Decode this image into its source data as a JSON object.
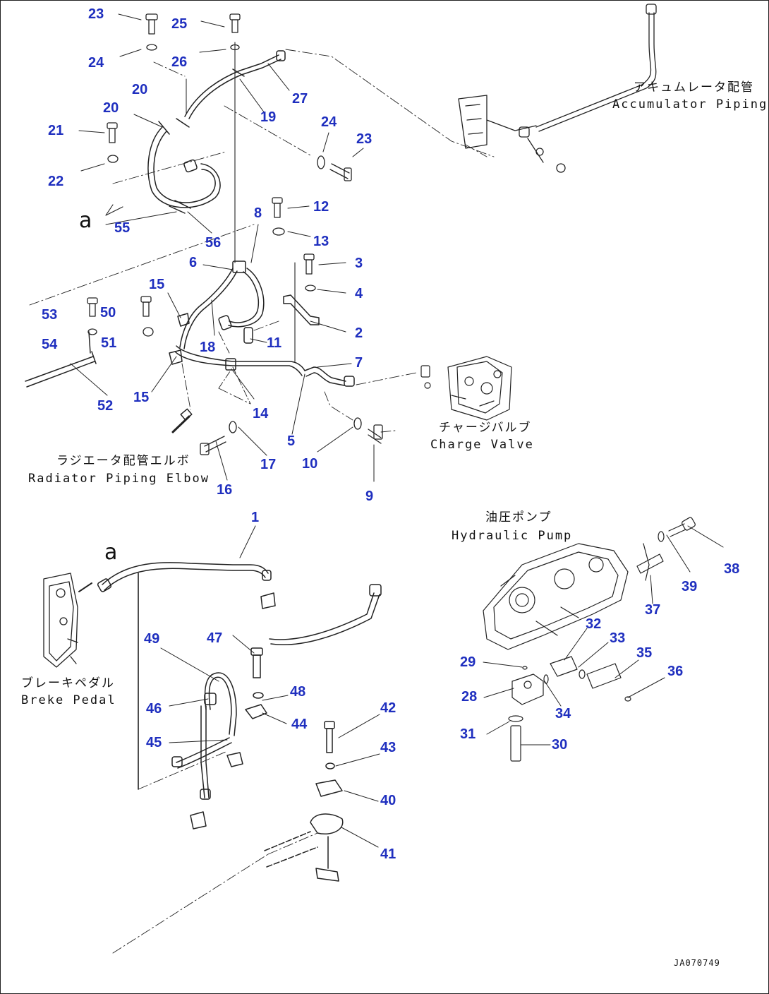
{
  "callouts": [
    {
      "n": "23"
    },
    {
      "n": "25"
    },
    {
      "n": "24"
    },
    {
      "n": "26"
    },
    {
      "n": "20"
    },
    {
      "n": "27"
    },
    {
      "n": "20"
    },
    {
      "n": "19"
    },
    {
      "n": "21"
    },
    {
      "n": "24"
    },
    {
      "n": "23"
    },
    {
      "n": "22"
    },
    {
      "n": "12"
    },
    {
      "n": "8"
    },
    {
      "n": "55"
    },
    {
      "n": "13"
    },
    {
      "n": "56"
    },
    {
      "n": "6"
    },
    {
      "n": "3"
    },
    {
      "n": "15"
    },
    {
      "n": "4"
    },
    {
      "n": "53"
    },
    {
      "n": "50"
    },
    {
      "n": "2"
    },
    {
      "n": "54"
    },
    {
      "n": "51"
    },
    {
      "n": "18"
    },
    {
      "n": "11"
    },
    {
      "n": "7"
    },
    {
      "n": "52"
    },
    {
      "n": "15"
    },
    {
      "n": "14"
    },
    {
      "n": "5"
    },
    {
      "n": "17"
    },
    {
      "n": "10"
    },
    {
      "n": "16"
    },
    {
      "n": "9"
    },
    {
      "n": "1"
    },
    {
      "n": "38"
    },
    {
      "n": "39"
    },
    {
      "n": "37"
    },
    {
      "n": "32"
    },
    {
      "n": "33"
    },
    {
      "n": "35"
    },
    {
      "n": "49"
    },
    {
      "n": "47"
    },
    {
      "n": "29"
    },
    {
      "n": "36"
    },
    {
      "n": "28"
    },
    {
      "n": "48"
    },
    {
      "n": "46"
    },
    {
      "n": "34"
    },
    {
      "n": "42"
    },
    {
      "n": "44"
    },
    {
      "n": "31"
    },
    {
      "n": "30"
    },
    {
      "n": "45"
    },
    {
      "n": "43"
    },
    {
      "n": "40"
    },
    {
      "n": "41"
    }
  ],
  "labels": {
    "accumulator_jp": "アキュムレータ配管",
    "accumulator_en": "Accumulator Piping",
    "charge_jp": "チャージバルブ",
    "charge_en": "Charge Valve",
    "radiator_jp": "ラジエータ配管エルボ",
    "radiator_en": "Radiator Piping Elbow",
    "pump_jp": "油圧ポンプ",
    "pump_en": "Hydraulic Pump",
    "brake_jp": "ブレーキペダル",
    "brake_en": "Breke Pedal",
    "ref_a_top": "a",
    "ref_a_bottom": "a",
    "drawing_id": "JA070749"
  },
  "colors": {
    "callout": "#1f2fbf",
    "line": "#222222"
  }
}
